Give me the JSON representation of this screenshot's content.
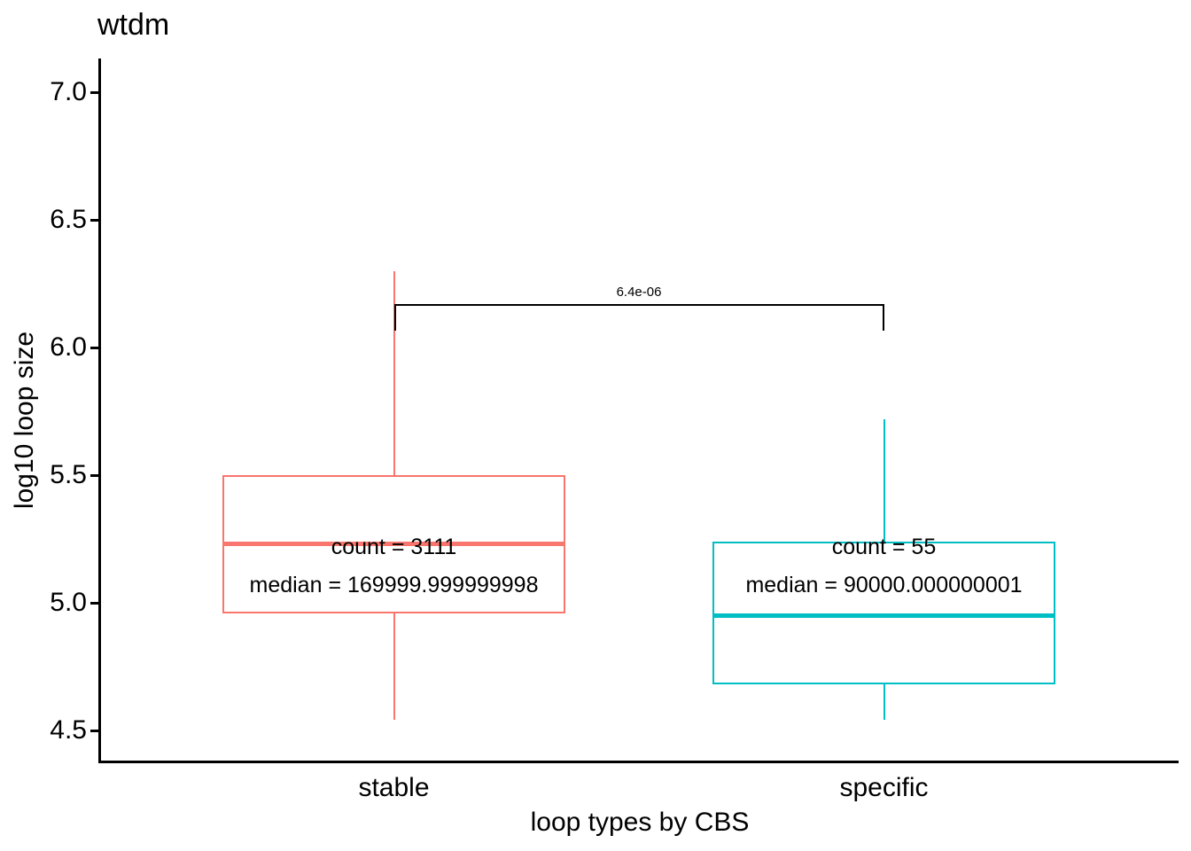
{
  "chart_data": {
    "type": "boxplot",
    "title": "wtdm",
    "xlabel": "loop types by CBS",
    "ylabel": "log10 loop size",
    "x_categories": [
      "stable",
      "specific"
    ],
    "y_ticks": [
      "7.0",
      "6.5",
      "6.0",
      "5.5",
      "5.0",
      "4.5"
    ],
    "ylim": [
      4.37,
      7.13
    ],
    "grid": false,
    "legend": "none",
    "series": [
      {
        "name": "stable",
        "color": "#F8766D",
        "whisker_low": 4.54,
        "q1": 4.96,
        "median": 5.23,
        "q3": 5.5,
        "whisker_high": 6.3,
        "count": 3111,
        "count_label": "count = 3111",
        "median_label": "median = 169999.999999998"
      },
      {
        "name": "specific",
        "color": "#00BFC4",
        "whisker_low": 4.54,
        "q1": 4.68,
        "median": 4.95,
        "q3": 5.24,
        "whisker_high": 5.72,
        "count": 55,
        "count_label": "count = 55",
        "median_label": "median = 90000.000000001"
      }
    ],
    "annotation_y": {
      "count": 5.22,
      "median": 5.07
    },
    "significance_bracket": {
      "label": "6.4e-06",
      "y": 6.17,
      "between": [
        "stable",
        "specific"
      ]
    },
    "colors": {
      "axis": "#000000",
      "text": "#000000",
      "background": "#FFFFFF"
    }
  }
}
